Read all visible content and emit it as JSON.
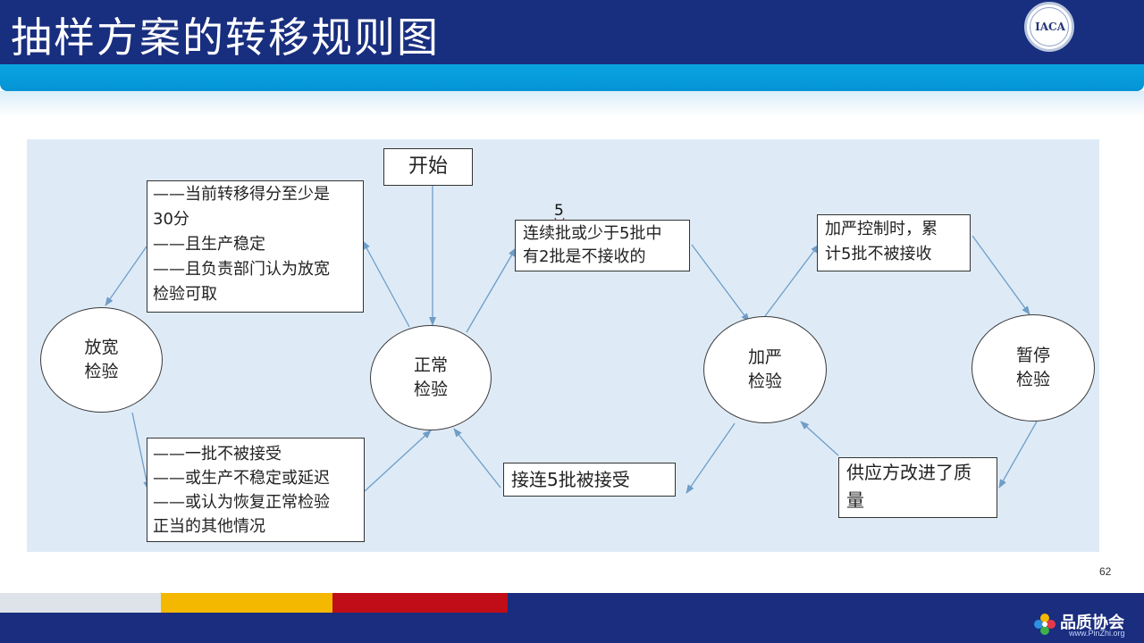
{
  "header": {
    "title": "抽样方案的转移规则图",
    "logo_text": "IACA"
  },
  "colors": {
    "header_dark": "#182e7e",
    "header_band": "#0aa5e2",
    "diagram_bg": "#deebf7",
    "arrow": "#6f9dc6",
    "strip_light": "#dde3e9",
    "strip_yellow": "#f5b800",
    "strip_red": "#c00d17",
    "strip_navy": "#1a2d7e"
  },
  "diagram": {
    "start": "开始",
    "states": {
      "reduced": [
        "放宽",
        "检验"
      ],
      "normal": [
        "正常",
        "检验"
      ],
      "tightened": [
        "加严",
        "检验"
      ],
      "suspended": [
        "暂停",
        "检验"
      ]
    },
    "conditions": {
      "normal_to_reduced": [
        "——当前转移得分至少是",
        "30分",
        "——且生产稳定",
        "——且负责部门认为放宽",
        "检验可取"
      ],
      "reduced_to_normal": [
        "——一批不被接受",
        "——或生产不稳定或延迟",
        "——或认为恢复正常检验",
        "正当的其他情况"
      ],
      "normal_to_tightened": [
        "连续批或少于5批中",
        "有2批是不接收的"
      ],
      "normal_to_tightened_annotation": "5",
      "tightened_to_normal": "接连5批被接受",
      "tightened_to_suspended": [
        "加严控制时，累",
        "计5批不被接收"
      ],
      "suspended_to_tightened": [
        "供应方改进了质",
        "量"
      ]
    }
  },
  "page_number": "62",
  "footer": {
    "brand": "品质协会",
    "url": "www.PinZhi.org"
  }
}
